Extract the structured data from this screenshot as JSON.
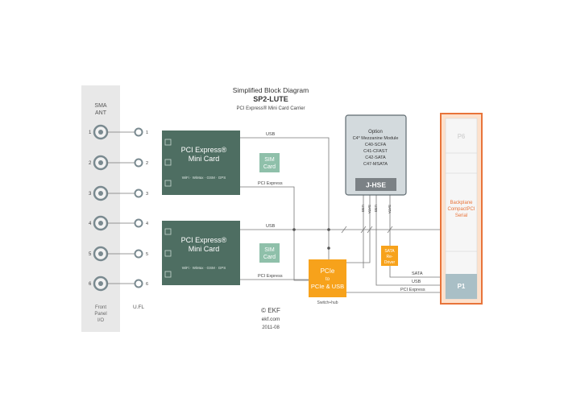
{
  "header": {
    "title": "Simplified Block Diagram",
    "product": "SP2-LUTE",
    "subtitle": "PCI Express® Mini Card Carrier"
  },
  "front_panel": {
    "heading_line1": "SMA",
    "heading_line2": "ANT",
    "footer_line1": "Front",
    "footer_line2": "Panel",
    "footer_line3": "I/O",
    "connectors": [
      "1",
      "2",
      "3",
      "4",
      "5",
      "6"
    ]
  },
  "ufl": {
    "label": "U.FL",
    "connectors": [
      "1",
      "2",
      "3",
      "4",
      "5",
      "6"
    ]
  },
  "mini_cards": [
    {
      "title_line1": "PCI Express®",
      "title_line2": "Mini Card",
      "footer": "WiFi · WiMax · GSM · GPS",
      "sim_line1": "SIM",
      "sim_line2": "Card",
      "usb_label": "USB",
      "pcie_label": "PCI Express"
    },
    {
      "title_line1": "PCI Express®",
      "title_line2": "Mini Card",
      "footer": "WiFi · WiMax · GSM · GPS",
      "sim_line1": "SIM",
      "sim_line2": "Card",
      "usb_label": "USB",
      "pcie_label": "PCI Express"
    }
  ],
  "mezzanine": {
    "lines": [
      "Option",
      "C4* Mezzanine Module",
      "C40-SCFA",
      "C41-CFAST",
      "C42-SATA",
      "C47-MSATA"
    ],
    "connector": "J-HSE",
    "signals": [
      "USB",
      "SATA",
      "USB",
      "SATA"
    ]
  },
  "bridge": {
    "line1": "PCIe",
    "line2": "to",
    "line3": "PCIe & USB",
    "part": "Switch+hub"
  },
  "sata_redriver": {
    "line1": "SATA",
    "line2": "Re-",
    "line3": "Driver"
  },
  "backplane": {
    "p6": "P6",
    "label_line1": "Backplane",
    "label_line2": "CompactPCI",
    "label_line3": "Serial",
    "p1": "P1",
    "signals": [
      "SATA",
      "USB",
      "PCI Express"
    ]
  },
  "footer": {
    "copyright": "© EKF",
    "site": "ekf.com",
    "date": "2011-08"
  },
  "colors": {
    "card_green": "#4e6e62",
    "sim_green": "#8fc0aa",
    "panel_gray": "#e8e8e8",
    "orange": "#f7a21b",
    "backplane_border": "#e8743a",
    "backplane_fill": "#f6f6f6",
    "p1_fill": "#a9bfc6",
    "mezz_fill": "#d3dadd",
    "line": "#666666"
  }
}
